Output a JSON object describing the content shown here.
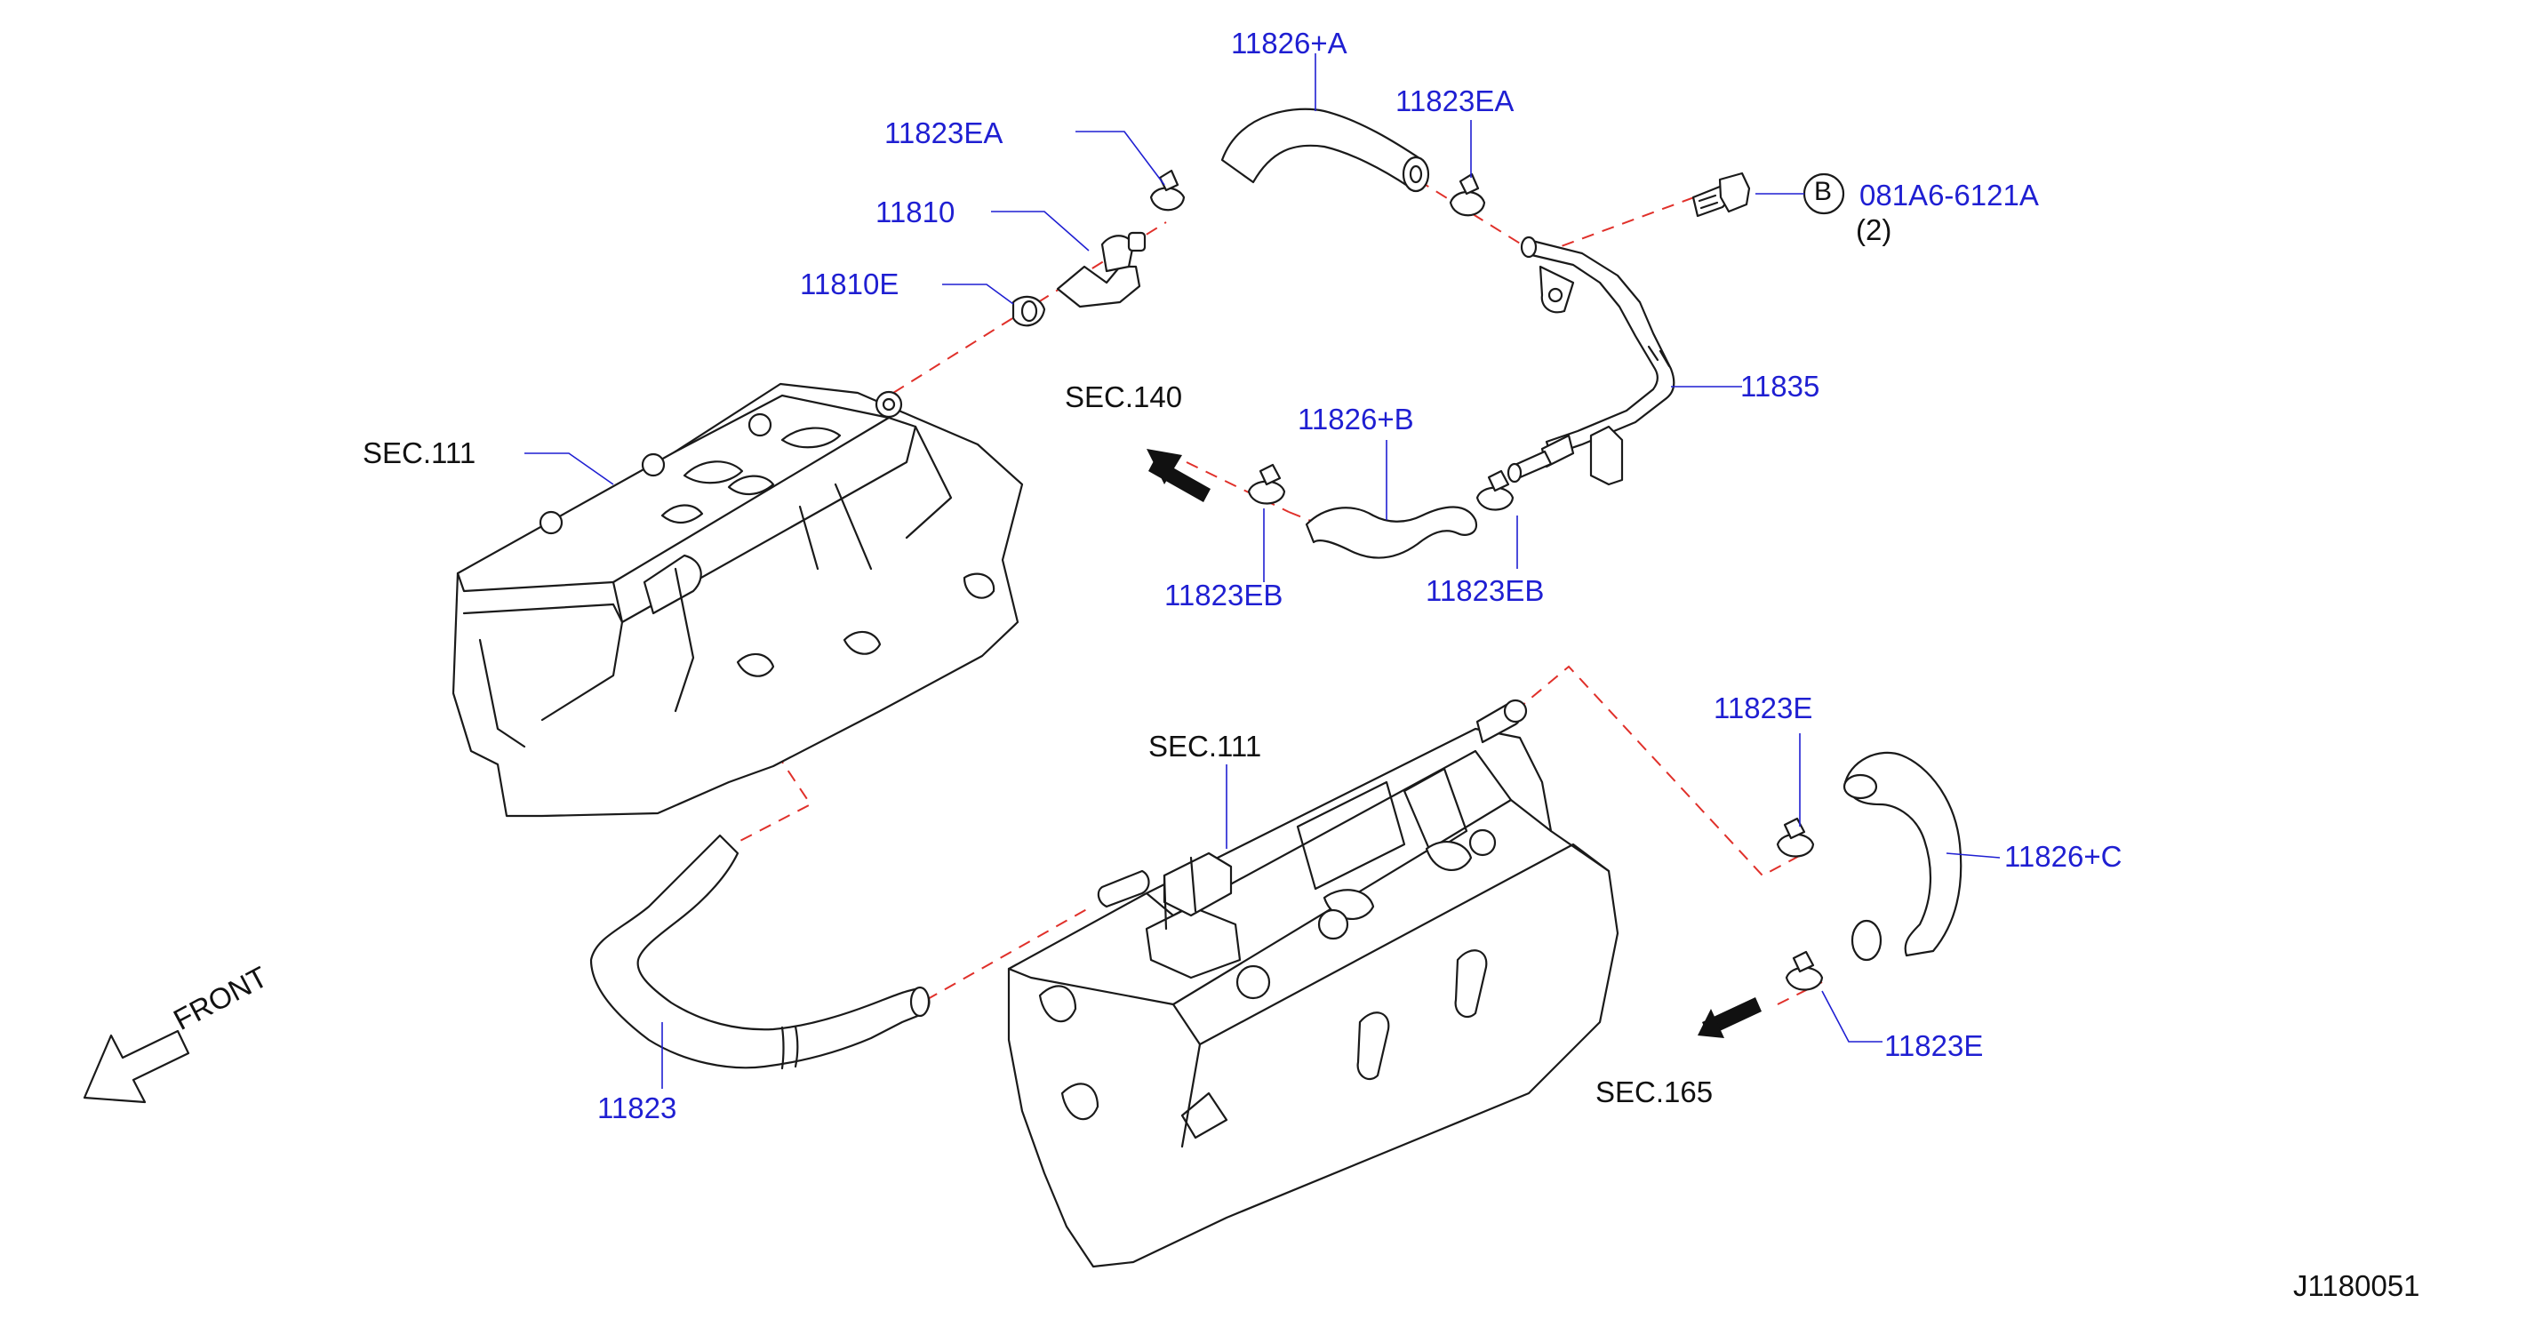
{
  "labels": {
    "p11826A": "11826+A",
    "p11823EA_left": "11823EA",
    "p11823EA_right": "11823EA",
    "p11810": "11810",
    "p11810E": "11810E",
    "bolt_circle": "B",
    "p081A6": "081A6-6121A",
    "bolt_qty": "(2)",
    "p11835": "11835",
    "sec140": "SEC.140",
    "p11826B": "11826+B",
    "sec111_upper": "SEC.111",
    "p11823EB_left": "11823EB",
    "p11823EB_right": "11823EB",
    "p11823E_upper": "11823E",
    "sec111_lower": "SEC.111",
    "p11826C": "11826+C",
    "front": "FRONT",
    "p11823": "11823",
    "p11823E_lower": "11823E",
    "sec165": "SEC.165",
    "diagram_id": "J1180051"
  },
  "colors": {
    "part_label": "#1f1fd2",
    "section_label": "#111111",
    "line_art": "#1a1a1a",
    "connection_dash": "#e0302a"
  }
}
